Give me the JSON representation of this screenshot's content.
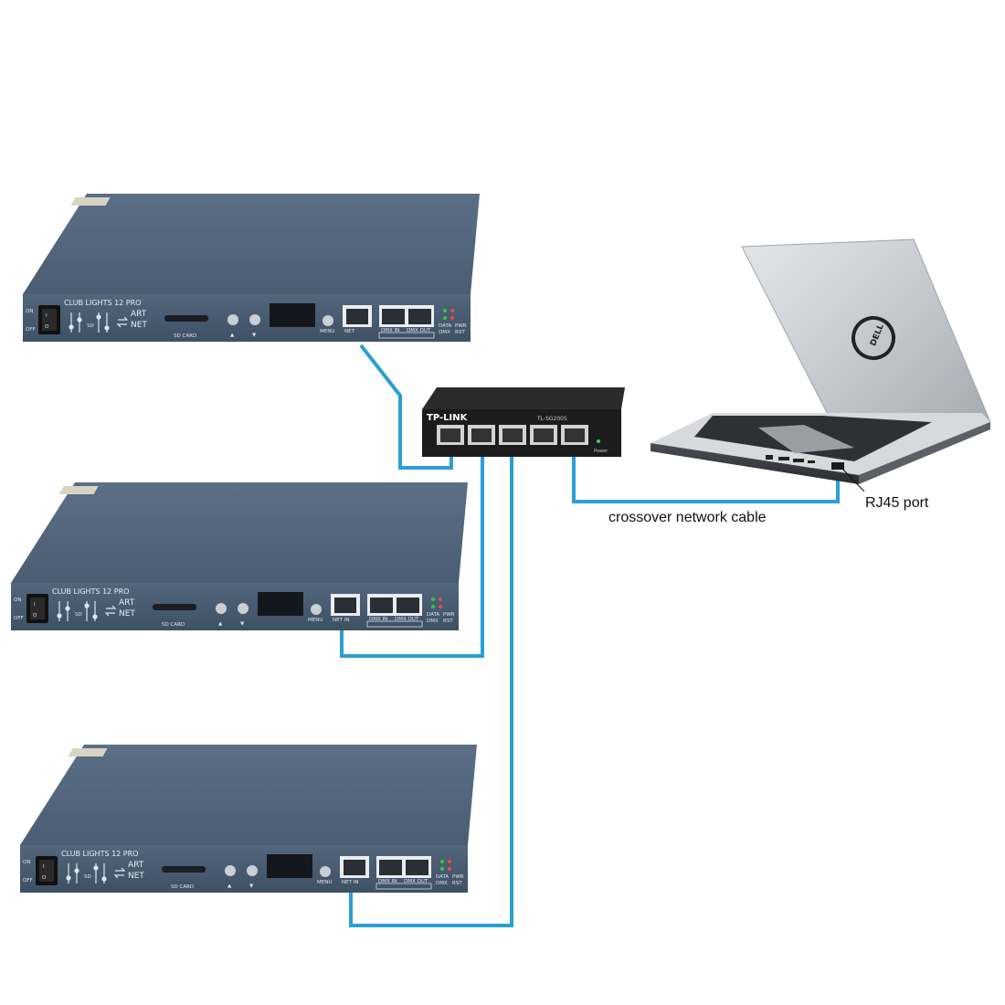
{
  "devices": [
    {
      "model": "CLUB LIGHTS 12 PRO",
      "sd_card": "SD CARD",
      "menu": "MENU",
      "net": "NET",
      "dmx_in": "DMX IN",
      "dmx_out": "DMX OUT",
      "on": "ON",
      "off": "OFF",
      "data": "DATA",
      "dmx": "DMX",
      "pwr": "PWR",
      "rst": "RST",
      "logo_top": "ART",
      "logo_bottom": "NET"
    },
    {
      "model": "CLUB LIGHTS 12 PRO",
      "sd_card": "SD CARD",
      "menu": "MENU",
      "net": "NET IN",
      "dmx_in": "DMX IN",
      "dmx_out": "DMX OUT",
      "on": "ON",
      "off": "OFF",
      "data": "DATA",
      "dmx": "DMX",
      "pwr": "PWR",
      "rst": "RST",
      "logo_top": "ART",
      "logo_bottom": "NET"
    },
    {
      "model": "CLUB LIGHTS 12 PRO",
      "sd_card": "SD CARD",
      "menu": "MENU",
      "net": "NET IN",
      "dmx_in": "DMX IN",
      "dmx_out": "DMX OUT",
      "on": "ON",
      "off": "OFF",
      "data": "DATA",
      "dmx": "DMX",
      "pwr": "PWR",
      "rst": "RST",
      "logo_top": "ART",
      "logo_bottom": "NET"
    }
  ],
  "switch": {
    "brand": "TP-LINK",
    "model": "TL-SG2005",
    "power": "Power"
  },
  "laptop": {
    "logo": "DELL"
  },
  "labels": {
    "cable": "crossover network cable",
    "port": "RJ45 port"
  },
  "colors": {
    "cable": "#2a9fd6",
    "device_body": "#4d6178",
    "switch_body": "#1c1c1c",
    "laptop_silver": "#c9ccd0"
  }
}
